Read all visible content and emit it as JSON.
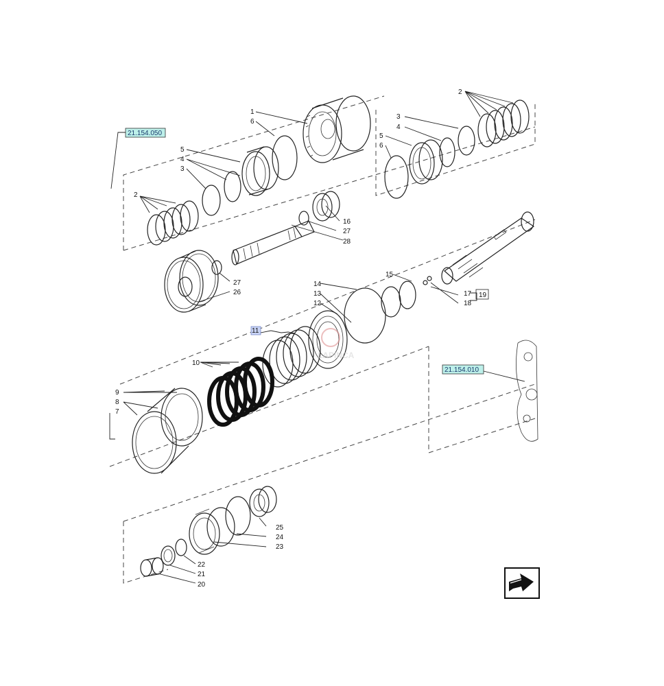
{
  "diagram": {
    "refs": {
      "top_ref": "21.154.050",
      "side_ref": "21.154.010"
    },
    "callouts": {
      "c1": "1",
      "c2a": "2",
      "c2b": "2",
      "c3a": "3",
      "c3b": "3",
      "c4a": "4",
      "c4b": "4",
      "c5a": "5",
      "c5b": "5",
      "c6a": "6",
      "c6b": "6",
      "c7": "7",
      "c8": "8",
      "c9": "9",
      "c10": "10",
      "c11": "11",
      "c12": "12",
      "c13": "13",
      "c14": "14",
      "c15": "15",
      "c16": "16",
      "c17": "17",
      "c18": "18",
      "c19": "19",
      "c20": "20",
      "c21": "21",
      "c22": "22",
      "c23": "23",
      "c24": "24",
      "c25": "25",
      "c26": "26",
      "c27a": "27",
      "c27b": "27",
      "c28": "28"
    },
    "watermark": "LAPINCA",
    "nav_icon": "next-page-arrow-icon"
  }
}
